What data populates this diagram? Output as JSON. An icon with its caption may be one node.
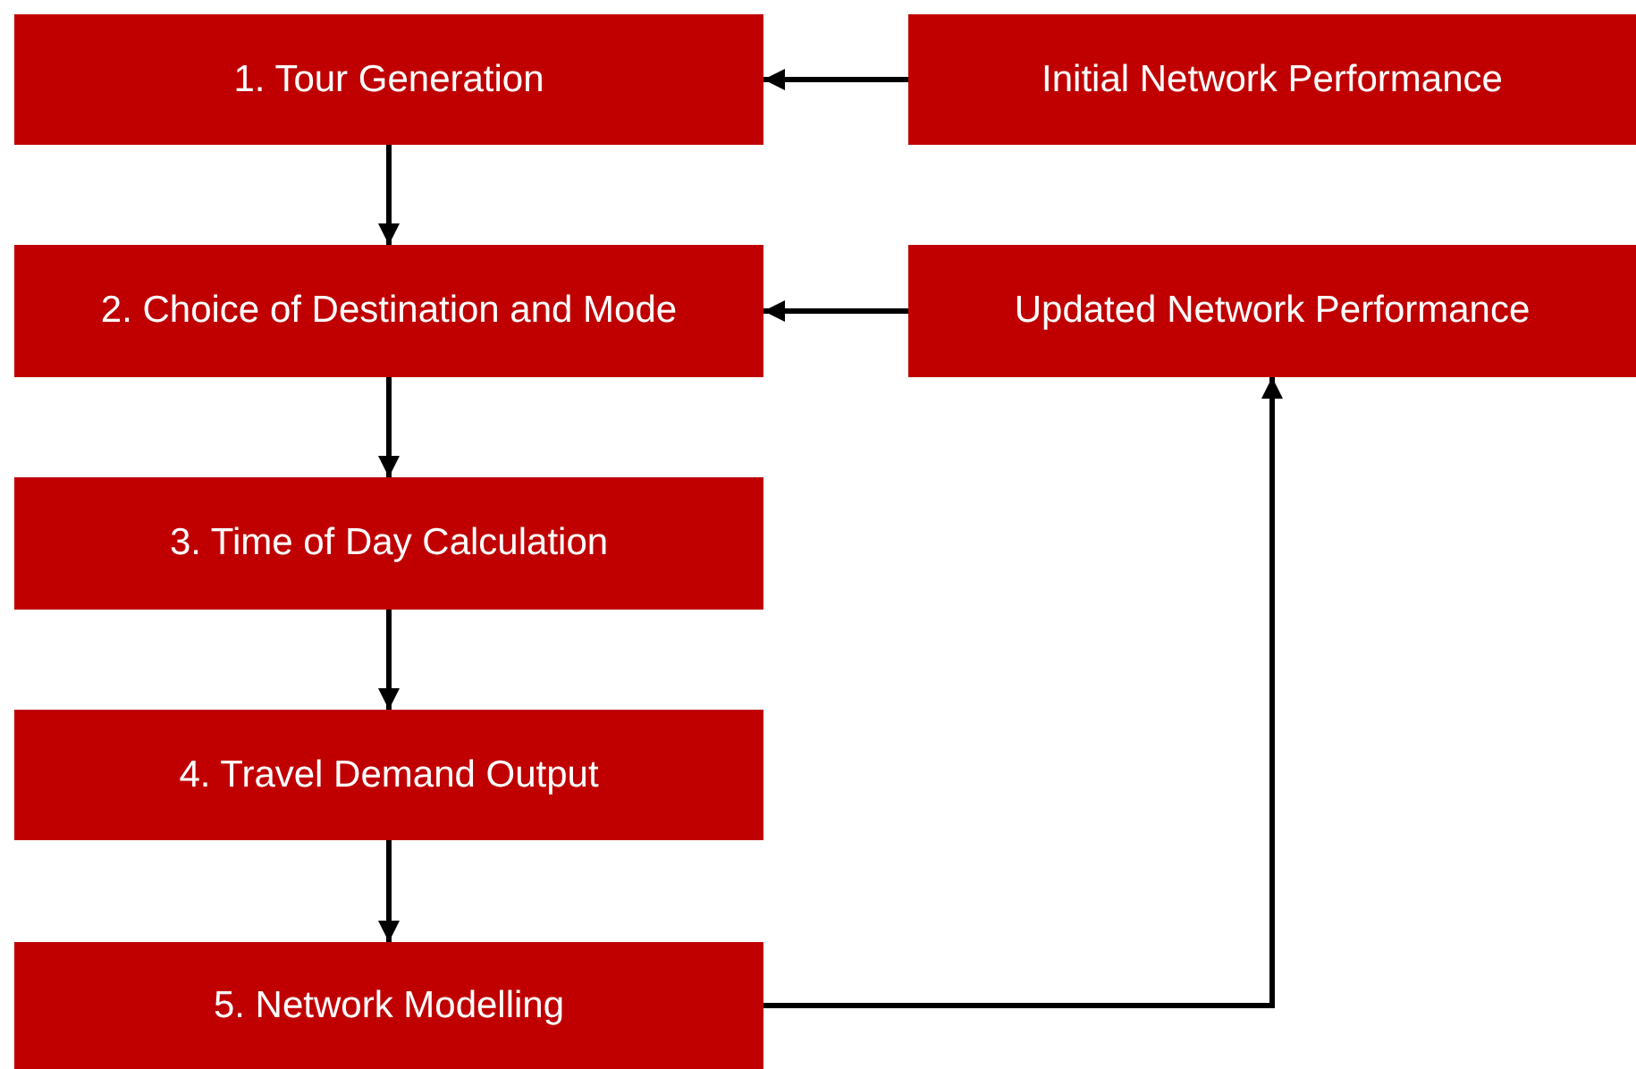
{
  "diagram": {
    "nodes": [
      {
        "text": [
          "1. Tour Generation"
        ]
      },
      {
        "text": [
          "Initial Network Performance"
        ]
      },
      {
        "text": [
          "2. Choice of Destination and Mode"
        ]
      },
      {
        "text": [
          "Updated Network Performance"
        ]
      },
      {
        "text": [
          "3. Time of Day Calculation"
        ]
      },
      {
        "text": [
          "4. Travel Demand Output"
        ]
      },
      {
        "text": [
          "5. Network Modelling"
        ]
      }
    ],
    "edges": [
      {
        "from": 1,
        "to": 0,
        "arrow": "to"
      },
      {
        "from": 0,
        "to": 2,
        "arrow": "to"
      },
      {
        "from": 3,
        "to": 2,
        "arrow": "to"
      },
      {
        "from": 2,
        "to": 4,
        "arrow": "to"
      },
      {
        "from": 4,
        "to": 5,
        "arrow": "to"
      },
      {
        "from": 5,
        "to": 6,
        "arrow": "to"
      },
      {
        "from": 6,
        "to": 3,
        "arrow": "to"
      }
    ]
  }
}
